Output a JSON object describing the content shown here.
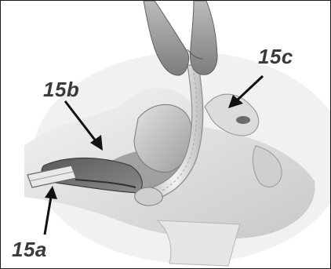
{
  "figure": {
    "labels": {
      "a": "15a",
      "b": "15b",
      "c": "15c"
    },
    "colors": {
      "border": "#1a1a1a",
      "label_text": "#3a3a3a",
      "arrow": "#111111",
      "skin_shadow": "#9a9a9a",
      "tube": "#d4d4d4"
    }
  }
}
